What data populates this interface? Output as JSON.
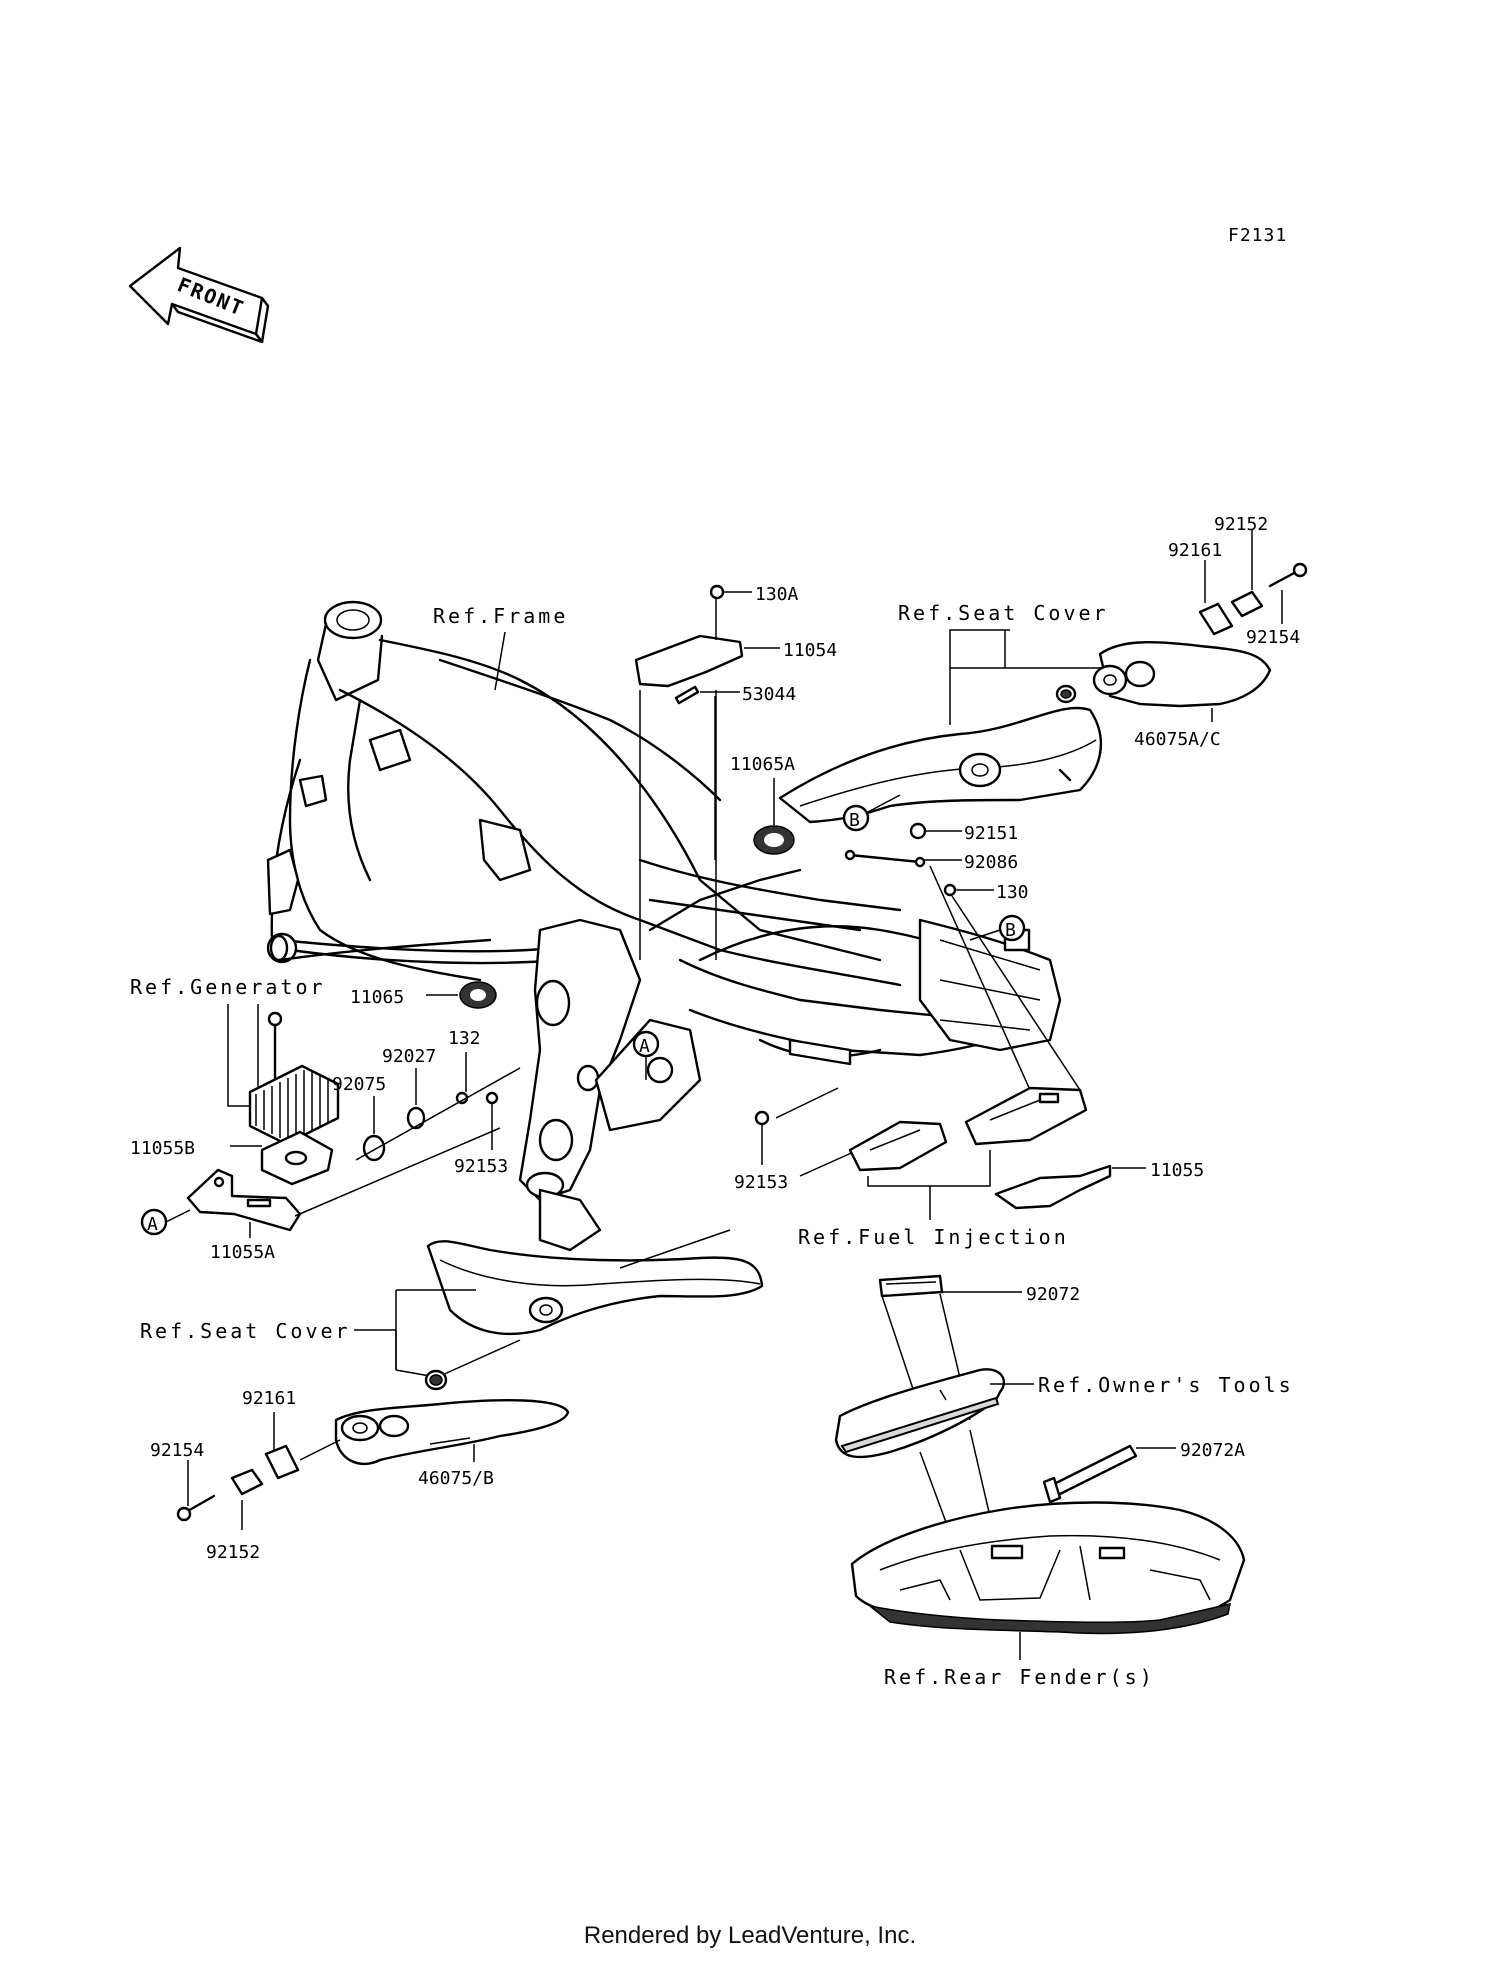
{
  "figure_code": "F2131",
  "front_label": "FRONT",
  "callout_a": "A",
  "callout_b": "B",
  "labels": {
    "ref_frame": "Ref.Frame",
    "ref_seat_cover_top": "Ref.Seat Cover",
    "ref_seat_cover_left": "Ref.Seat Cover",
    "ref_generator": "Ref.Generator",
    "ref_fuel_injection": "Ref.Fuel Injection",
    "ref_owners_tools": "Ref.Owner's Tools",
    "ref_rear_fenders": "Ref.Rear Fender(s)"
  },
  "parts": {
    "p130A": "130A",
    "p11054": "11054",
    "p53044": "53044",
    "p11065A": "11065A",
    "p92152_top": "92152",
    "p92161_top": "92161",
    "p92154_top": "92154",
    "p46075AC": "46075A/C",
    "p92151": "92151",
    "p92086": "92086",
    "p130": "130",
    "p11065": "11065",
    "p132": "132",
    "p92027": "92027",
    "p92075": "92075",
    "p11055B": "11055B",
    "p11055A": "11055A",
    "p92153_left": "92153",
    "p92153_mid": "92153",
    "p11055": "11055",
    "p92072": "92072",
    "p92072A": "92072A",
    "p92161_bot": "92161",
    "p92154_bot": "92154",
    "p46075B": "46075/B",
    "p92152_bot": "92152"
  },
  "footer": "Rendered by LeadVenture, Inc."
}
